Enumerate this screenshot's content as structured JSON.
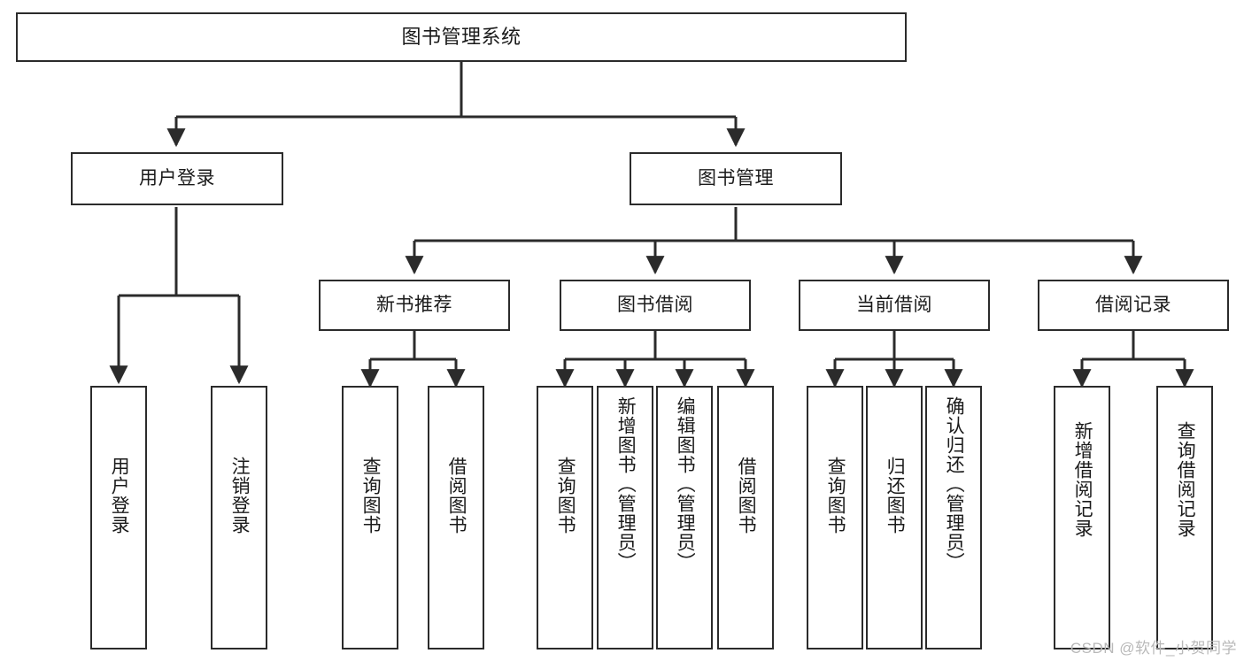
{
  "diagram": {
    "type": "tree-hierarchy",
    "title": "图书管理系统",
    "orientation": "top-down",
    "colors": {
      "box_border": "#2b2b2b",
      "box_fill": "#ffffff",
      "connector": "#2b2b2b",
      "text": "#1a1a1a",
      "watermark": "#b9b9b9"
    }
  },
  "root": {
    "label": "图书管理系统"
  },
  "level2": [
    {
      "label": "用户登录"
    },
    {
      "label": "图书管理"
    }
  ],
  "level3": [
    {
      "label": "新书推荐"
    },
    {
      "label": "图书借阅"
    },
    {
      "label": "当前借阅"
    },
    {
      "label": "借阅记录"
    }
  ],
  "leaves": {
    "user_login": [
      {
        "label": "用户登录"
      },
      {
        "label": "注销登录"
      }
    ],
    "new_book_recommend": [
      {
        "label": "查询图书"
      },
      {
        "label": "借阅图书"
      }
    ],
    "book_borrow": [
      {
        "label": "查询图书"
      },
      {
        "label": "新增图书（管理员）"
      },
      {
        "label": "编辑图书（管理员）"
      },
      {
        "label": "借阅图书"
      }
    ],
    "current_borrow": [
      {
        "label": "查询图书"
      },
      {
        "label": "归还图书"
      },
      {
        "label": "确认归还（管理员）"
      }
    ],
    "borrow_record": [
      {
        "label": "新增借阅记录"
      },
      {
        "label": "查询借阅记录"
      }
    ]
  },
  "watermark": {
    "text": "CSDN @软件_小贺同学"
  }
}
